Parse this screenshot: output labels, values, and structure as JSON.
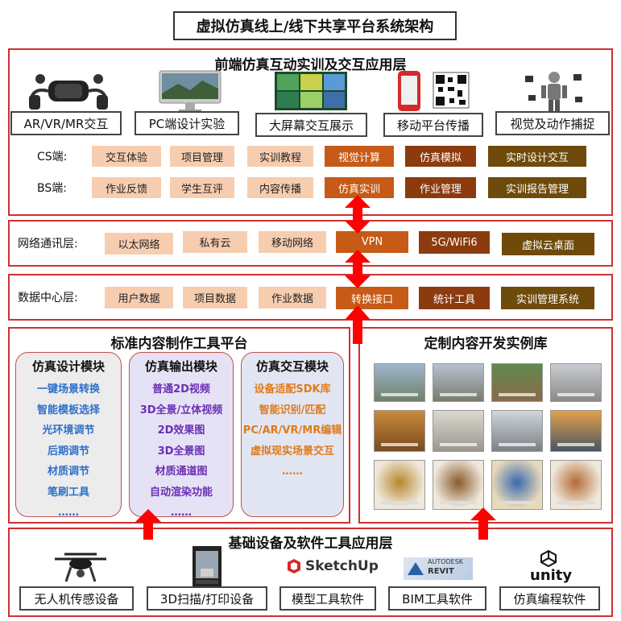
{
  "title": "虚拟仿真线上/线下共享平台系统架构",
  "frontend": {
    "title": "前端仿真互动实训及交互应用层",
    "devices": [
      "AR/VR/MR交互",
      "PC端设计实验",
      "大屏幕交互展示",
      "移动平台传播",
      "视觉及动作捕捉"
    ],
    "device_icons": [
      "vr-headset-icon",
      "imac-icon",
      "display-wall-icon",
      "phone-qrcode-icon",
      "motion-capture-icon"
    ],
    "cs_label": "CS端:",
    "cs_items": [
      "交互体验",
      "项目管理",
      "实训教程",
      "视觉计算",
      "仿真模拟",
      "实时设计交互"
    ],
    "bs_label": "BS端:",
    "bs_items": [
      "作业反馈",
      "学生互评",
      "内容传播",
      "仿真实训",
      "作业管理",
      "实训报告管理"
    ]
  },
  "network": {
    "label": "网络通讯层:",
    "items": [
      "以太网络",
      "私有云",
      "移动网络",
      "VPN",
      "5G/WiFi6",
      "虚拟云桌面"
    ]
  },
  "datacenter": {
    "label": "数据中心层:",
    "items": [
      "用户数据",
      "项目数据",
      "作业数据",
      "转换接口",
      "统计工具",
      "实训管理系统"
    ]
  },
  "toolplatform": {
    "title": "标准内容制作工具平台",
    "modules": [
      {
        "title": "仿真设计模块",
        "items": [
          "一键场景转换",
          "智能模板选择",
          "光环境调节",
          "后期调节",
          "材质调节",
          "笔刷工具",
          "……"
        ]
      },
      {
        "title": "仿真输出模块",
        "items": [
          "普通2D视频",
          "3D全景/立体视频",
          "2D效果图",
          "3D全景图",
          "材质通道图",
          "自动渲染功能",
          "……"
        ]
      },
      {
        "title": "仿真交互模块",
        "items": [
          "设备适配SDK库",
          "智能识别/匹配",
          "PC/AR/VR/MR编辑",
          "虚拟现实场景交互",
          "……"
        ]
      }
    ]
  },
  "library": {
    "title": "定制内容开发实例库"
  },
  "base": {
    "title": "基础设备及软件工具应用层",
    "items": [
      "无人机传感设备",
      "3D扫描/打印设备",
      "模型工具软件",
      "BIM工具软件",
      "仿真编程软件"
    ],
    "icons": [
      "drone-icon",
      "3d-printer-icon",
      "sketchup-logo-icon",
      "revit-logo-icon",
      "unity-logo-icon"
    ],
    "sketchup_logo": "SketchUp",
    "revit_brand": "AUTODESK",
    "revit_logo": "REVIT",
    "unity_logo": "unity"
  },
  "colors": {
    "frame_red": "#d03030",
    "arrow_red": "#ff0000",
    "chip_light": "#f7cdb0",
    "chip_orange": "#c65a16",
    "chip_brown": "#8b3b0e",
    "chip_olive": "#6e4a0b",
    "module_blue": "#2e6fc9",
    "module_purple": "#6a2fb5",
    "module_orange": "#e07a1a"
  }
}
